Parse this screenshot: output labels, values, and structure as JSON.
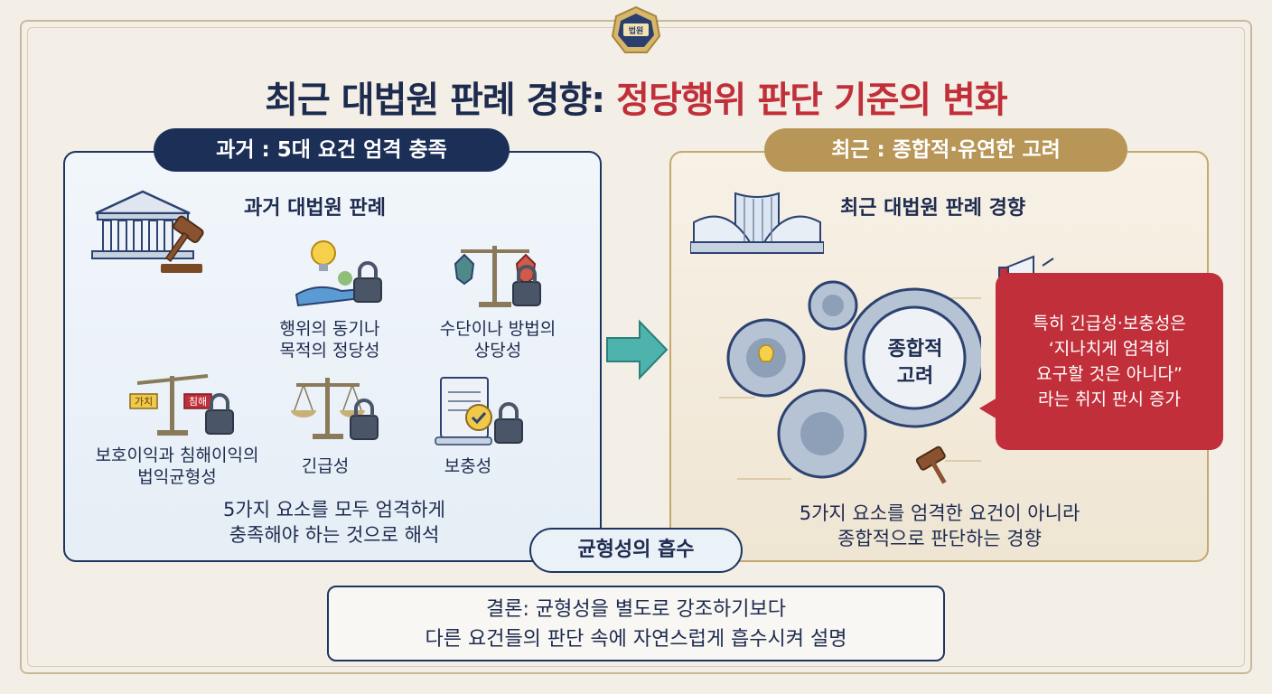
{
  "seal_text": "법원",
  "title": {
    "part1": "최근 대법원 판례 경향: ",
    "part2": "정당행위 판단 기준의 변화"
  },
  "left": {
    "pill": "과거 : 5대 요건 엄격 충족",
    "heading": "과거 대법원 판례",
    "items": [
      {
        "line1": "행위의 동기나",
        "line2": "목적의 정당성"
      },
      {
        "line1": "수단이나 방법의",
        "line2": "상당성"
      },
      {
        "line1": "보호이익과 침해이익의",
        "line2": "법익균형성"
      },
      {
        "line1": "긴급성",
        "line2": ""
      },
      {
        "line1": "보충성",
        "line2": ""
      }
    ],
    "scale_tags": {
      "a": "가치",
      "b": "침해"
    },
    "desc_line1": "5가지 요소를 모두 엄격하게",
    "desc_line2": "충족해야 하는 것으로 해석"
  },
  "right": {
    "pill": "최근 : 종합적·유연한 고려",
    "heading": "최근 대법원 판례 경향",
    "gear_line1": "종합적",
    "gear_line2": "고려",
    "callout": {
      "line1": "특히 긴급성·보충성은",
      "line2": "‘지나치게 엄격히",
      "line3": "요구할 것은 아니다”",
      "line4": "라는 취지 판시 증가"
    },
    "desc_line1": "5가지 요소를 엄격한 요건이 아니라",
    "desc_line2": "종합적으로 판단하는 경향"
  },
  "balance_pill": "균형성의 흡수",
  "conclusion": {
    "line1": "결론: 균형성을 별도로 강조하기보다",
    "line2": "다른 요건들의 판단 속에 자연스럽게 흡수시켜 설명"
  },
  "colors": {
    "navy": "#1c2f57",
    "gold": "#b89658",
    "red": "#c1303a",
    "teal": "#4fb3ad"
  }
}
